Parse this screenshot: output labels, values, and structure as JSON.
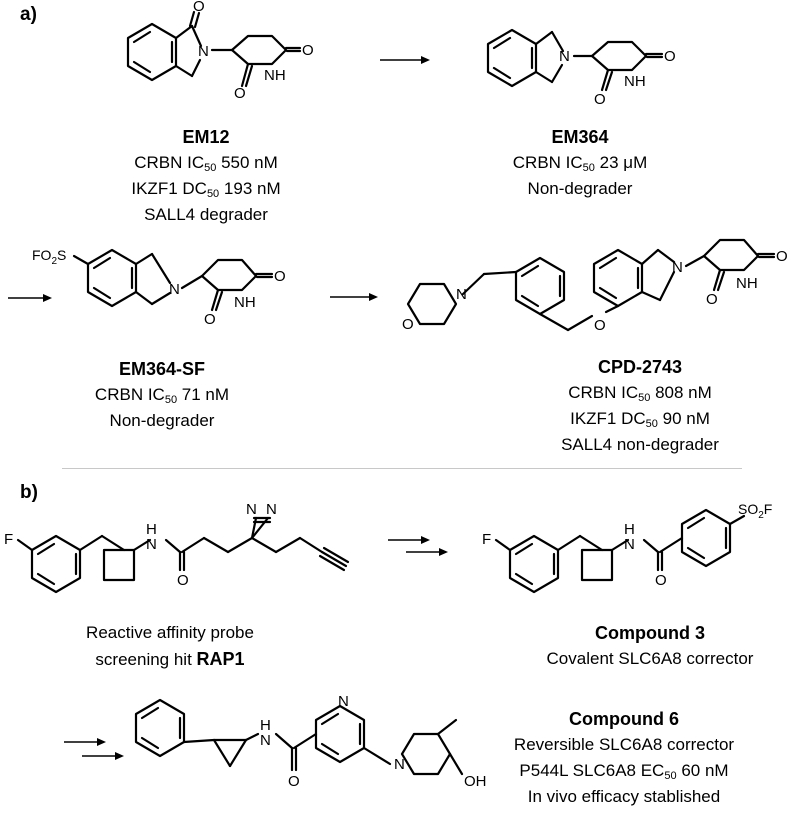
{
  "panels": {
    "a": "a)",
    "b": "b)"
  },
  "atoms": {
    "O": "O",
    "N": "N",
    "NH": "NH",
    "OH": "OH",
    "F": "F",
    "FO2S": "FO",
    "FO2S_sub": "2",
    "FO2S_tail": "S",
    "SO2F": "SO",
    "SO2F_sub": "2",
    "SO2F_tail": "F",
    "H": "H"
  },
  "compounds": {
    "em12": {
      "name": "EM12",
      "l1_pre": "CRBN IC",
      "l1_sub": "50",
      "l1_post": " 550 nM",
      "l2_pre": "IKZF1 DC",
      "l2_sub": "50",
      "l2_post": " 193 nM",
      "l3": "SALL4 degrader"
    },
    "em364": {
      "name": "EM364",
      "l1_pre": "CRBN IC",
      "l1_sub": "50",
      "l1_post": " 23 μM",
      "l2": "Non-degrader"
    },
    "em364sf": {
      "name": "EM364-SF",
      "l1_pre": "CRBN IC",
      "l1_sub": "50",
      "l1_post": " 71 nM",
      "l2": "Non-degrader"
    },
    "cpd2743": {
      "name": "CPD-2743",
      "l1_pre": "CRBN IC",
      "l1_sub": "50",
      "l1_post": " 808 nM",
      "l2_pre": "IKZF1 DC",
      "l2_sub": "50",
      "l2_post": " 90 nM",
      "l3": "SALL4 non-degrader"
    },
    "rap1": {
      "l1": "Reactive affinity probe",
      "l2_pre": "screening hit ",
      "l2_bold": "RAP1"
    },
    "cmpd3": {
      "name": "Compound 3",
      "l1": "Covalent SLC6A8 corrector"
    },
    "cmpd6": {
      "name": "Compound 6",
      "l1": "Reversible SLC6A8 corrector",
      "l2_pre": "P544L SLC6A8 EC",
      "l2_sub": "50",
      "l2_post": " 60 nM",
      "l3": "In vivo efficacy stablished"
    }
  }
}
